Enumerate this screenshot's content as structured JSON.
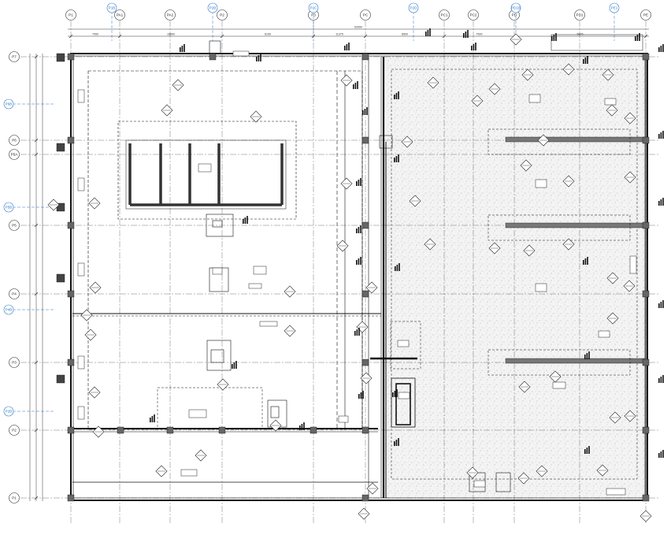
{
  "drawing": {
    "grid_top": [
      "P1",
      "PA1",
      "PA2",
      "P2",
      "P3",
      "PC",
      "PC1",
      "PC2",
      "PD",
      "PD1",
      "PE"
    ],
    "grid_top_blue": [
      "P1B",
      "P2B",
      "P2C",
      "P2D",
      "PD1B",
      "PE1"
    ],
    "grid_left": [
      "P7",
      "P6",
      "P5A",
      "P5",
      "P4",
      "P3",
      "P2",
      "P1"
    ],
    "grid_left_blue": [
      "P6B",
      "P5B",
      "P4B",
      "P2B"
    ],
    "top_dims": [
      "7950",
      "16800",
      "8150",
      "11375",
      "8500",
      "7500",
      "5875"
    ],
    "top_overall_dim": "53950"
  }
}
